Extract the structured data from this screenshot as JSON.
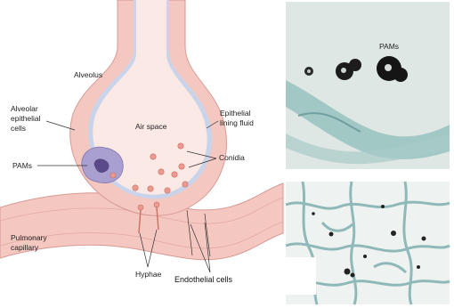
{
  "diagram": {
    "labels": {
      "alveolus": "Alveolus",
      "alveolar_epithelial_cells": [
        "Alveolar",
        "epithelial",
        "cells"
      ],
      "epithelial_lining_fluid": [
        "Epithelial",
        "lining fluid"
      ],
      "air_space": "Air space",
      "pams_left": "PAMs",
      "conidia": "Conidia",
      "pulmonary_capillary": [
        "Pulmonary",
        "capillary"
      ],
      "hyphae": "Hyphae",
      "endothelial_cells": "Endothelial cells"
    }
  },
  "micrographs": {
    "top_label": "PAMs"
  },
  "colors": {
    "tissue_pink": "#f4c7c0",
    "tissue_edge": "#d79a94",
    "air_space": "#fbe9e5",
    "lining_fluid": "#c9d4ea",
    "pam_cell": "#a9a0cf",
    "pam_nucleus": "#5a4a8a",
    "conidia": "#ec9a8f",
    "stain_teal": "#7fb0b0"
  }
}
